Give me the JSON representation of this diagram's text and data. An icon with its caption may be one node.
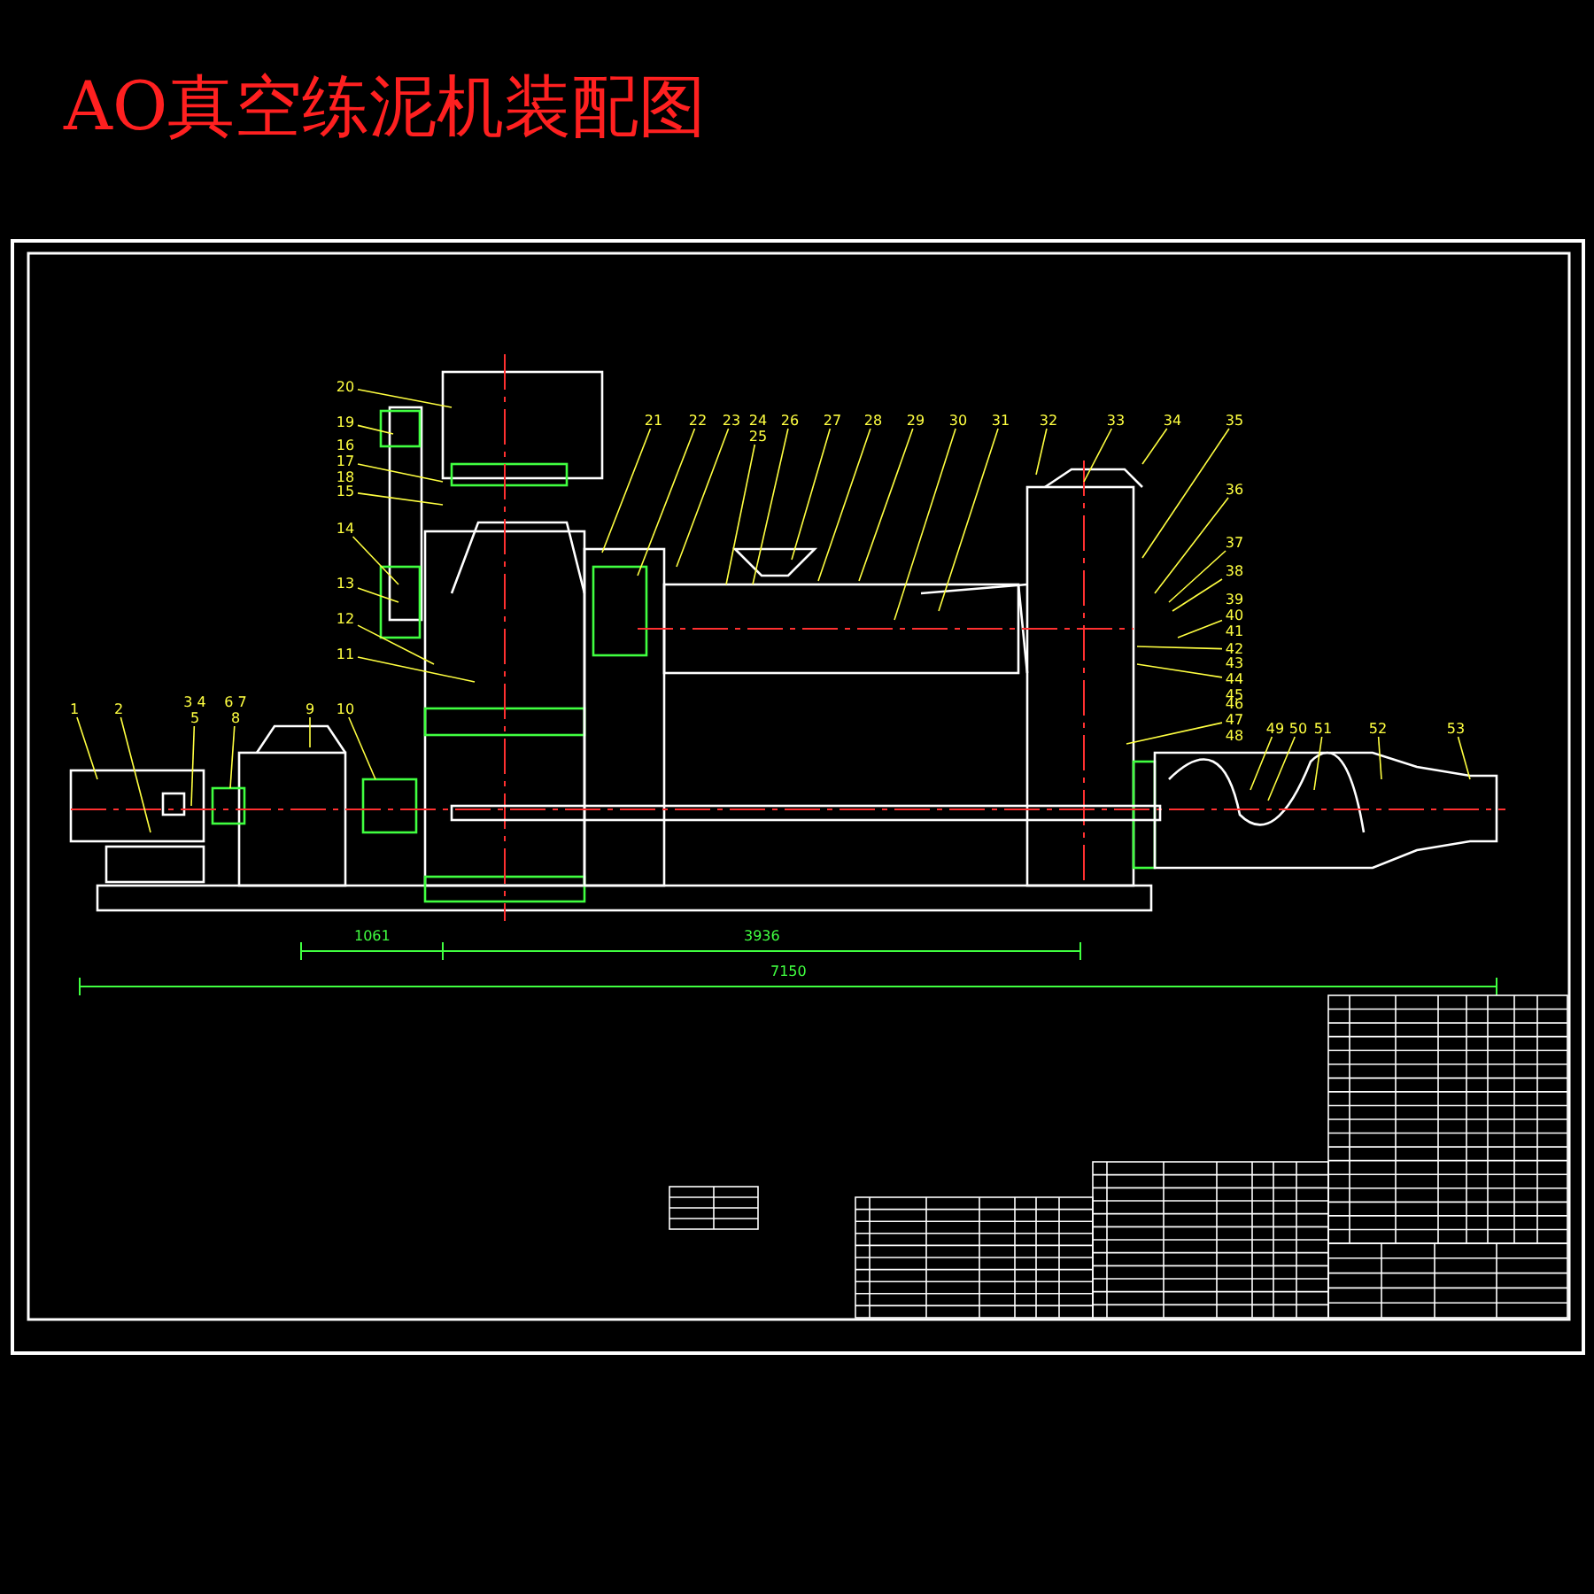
{
  "diagram": {
    "title": "AO真空练泥机装配图",
    "nodes": [
      {
        "text": [
          "1"
        ]
      },
      {
        "text": [
          "2"
        ]
      },
      {
        "text": [
          "3 4 5"
        ]
      },
      {
        "text": [
          "6 7 8"
        ]
      },
      {
        "text": [
          "9"
        ]
      },
      {
        "text": [
          "10"
        ]
      },
      {
        "text": [
          "11"
        ]
      },
      {
        "text": [
          "12"
        ]
      },
      {
        "text": [
          "13"
        ]
      },
      {
        "text": [
          "14"
        ]
      },
      {
        "text": [
          "15"
        ]
      },
      {
        "text": [
          "16 17 18"
        ]
      },
      {
        "text": [
          "19"
        ]
      },
      {
        "text": [
          "20"
        ]
      },
      {
        "text": [
          "21"
        ]
      },
      {
        "text": [
          "22"
        ]
      },
      {
        "text": [
          "23"
        ]
      },
      {
        "text": [
          "24 25"
        ]
      },
      {
        "text": [
          "26"
        ]
      },
      {
        "text": [
          "27"
        ]
      },
      {
        "text": [
          "28"
        ]
      },
      {
        "text": [
          "29"
        ]
      },
      {
        "text": [
          "30"
        ]
      },
      {
        "text": [
          "31"
        ]
      },
      {
        "text": [
          "32"
        ]
      },
      {
        "text": [
          "33"
        ]
      },
      {
        "text": [
          "34"
        ]
      },
      {
        "text": [
          "35"
        ]
      },
      {
        "text": [
          "36"
        ]
      },
      {
        "text": [
          "37"
        ]
      },
      {
        "text": [
          "38"
        ]
      },
      {
        "text": [
          "39 40 41"
        ]
      },
      {
        "text": [
          "42"
        ]
      },
      {
        "text": [
          "43 44 45"
        ]
      },
      {
        "text": [
          "46 47 48"
        ]
      },
      {
        "text": [
          "49"
        ]
      },
      {
        "text": [
          "50"
        ]
      },
      {
        "text": [
          "51"
        ]
      },
      {
        "text": [
          "52"
        ]
      },
      {
        "text": [
          "53"
        ]
      }
    ],
    "edges": [
      {
        "from": 0,
        "to": null,
        "arrow": "none"
      },
      {
        "from": 1,
        "to": null,
        "arrow": "none"
      },
      {
        "from": 2,
        "to": null,
        "arrow": "none"
      },
      {
        "from": 3,
        "to": null,
        "arrow": "none"
      },
      {
        "from": 4,
        "to": null,
        "arrow": "none"
      },
      {
        "from": 5,
        "to": null,
        "arrow": "none"
      },
      {
        "from": 6,
        "to": null,
        "arrow": "none"
      },
      {
        "from": 7,
        "to": null,
        "arrow": "none"
      },
      {
        "from": 8,
        "to": null,
        "arrow": "none"
      },
      {
        "from": 9,
        "to": null,
        "arrow": "none"
      },
      {
        "from": 10,
        "to": null,
        "arrow": "none"
      },
      {
        "from": 11,
        "to": null,
        "arrow": "none"
      },
      {
        "from": 12,
        "to": null,
        "arrow": "none"
      },
      {
        "from": 13,
        "to": null,
        "arrow": "none"
      },
      {
        "from": 14,
        "to": null,
        "arrow": "none"
      },
      {
        "from": 15,
        "to": null,
        "arrow": "none"
      },
      {
        "from": 16,
        "to": null,
        "arrow": "none"
      },
      {
        "from": 17,
        "to": null,
        "arrow": "none"
      },
      {
        "from": 18,
        "to": null,
        "arrow": "none"
      },
      {
        "from": 19,
        "to": null,
        "arrow": "none"
      },
      {
        "from": 20,
        "to": null,
        "arrow": "none"
      },
      {
        "from": 21,
        "to": null,
        "arrow": "none"
      },
      {
        "from": 22,
        "to": null,
        "arrow": "none"
      },
      {
        "from": 23,
        "to": null,
        "arrow": "none"
      },
      {
        "from": 24,
        "to": null,
        "arrow": "none"
      },
      {
        "from": 25,
        "to": null,
        "arrow": "none"
      },
      {
        "from": 26,
        "to": null,
        "arrow": "none"
      },
      {
        "from": 27,
        "to": null,
        "arrow": "none"
      },
      {
        "from": 28,
        "to": null,
        "arrow": "none"
      },
      {
        "from": 29,
        "to": null,
        "arrow": "none"
      },
      {
        "from": 30,
        "to": null,
        "arrow": "none"
      },
      {
        "from": 31,
        "to": null,
        "arrow": "none"
      },
      {
        "from": 32,
        "to": null,
        "arrow": "none"
      },
      {
        "from": 33,
        "to": null,
        "arrow": "none"
      },
      {
        "from": 34,
        "to": null,
        "arrow": "none"
      },
      {
        "from": 35,
        "to": null,
        "arrow": "none"
      },
      {
        "from": 36,
        "to": null,
        "arrow": "none"
      },
      {
        "from": 37,
        "to": null,
        "arrow": "none"
      },
      {
        "from": 38,
        "to": null,
        "arrow": "none"
      },
      {
        "from": 39,
        "to": null,
        "arrow": "none"
      }
    ],
    "labels": [
      "1061",
      "3936",
      "7150"
    ]
  }
}
